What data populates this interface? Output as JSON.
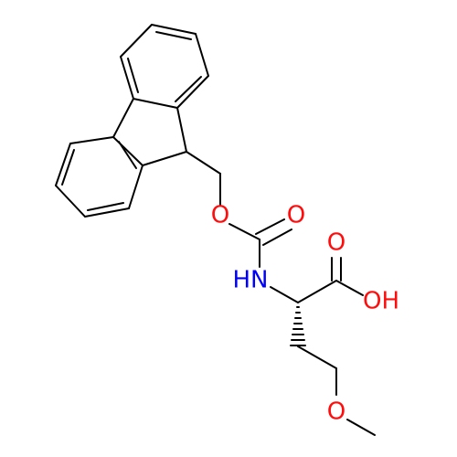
{
  "molecule": {
    "colors": {
      "bond": "#000000",
      "oxygen": "#ff0d0d",
      "nitrogen": "#0000ff",
      "background": "#ffffff"
    },
    "atoms": [
      {
        "id": "o_ester",
        "label": "O",
        "element": "O"
      },
      {
        "id": "o_carbonyl",
        "label": "O",
        "element": "O"
      },
      {
        "id": "nh",
        "label": "HN",
        "element": "N"
      },
      {
        "id": "o_acid",
        "label": "O",
        "element": "O"
      },
      {
        "id": "oh",
        "label": "OH",
        "element": "O"
      },
      {
        "id": "o_ether",
        "label": "O",
        "element": "O"
      }
    ]
  }
}
